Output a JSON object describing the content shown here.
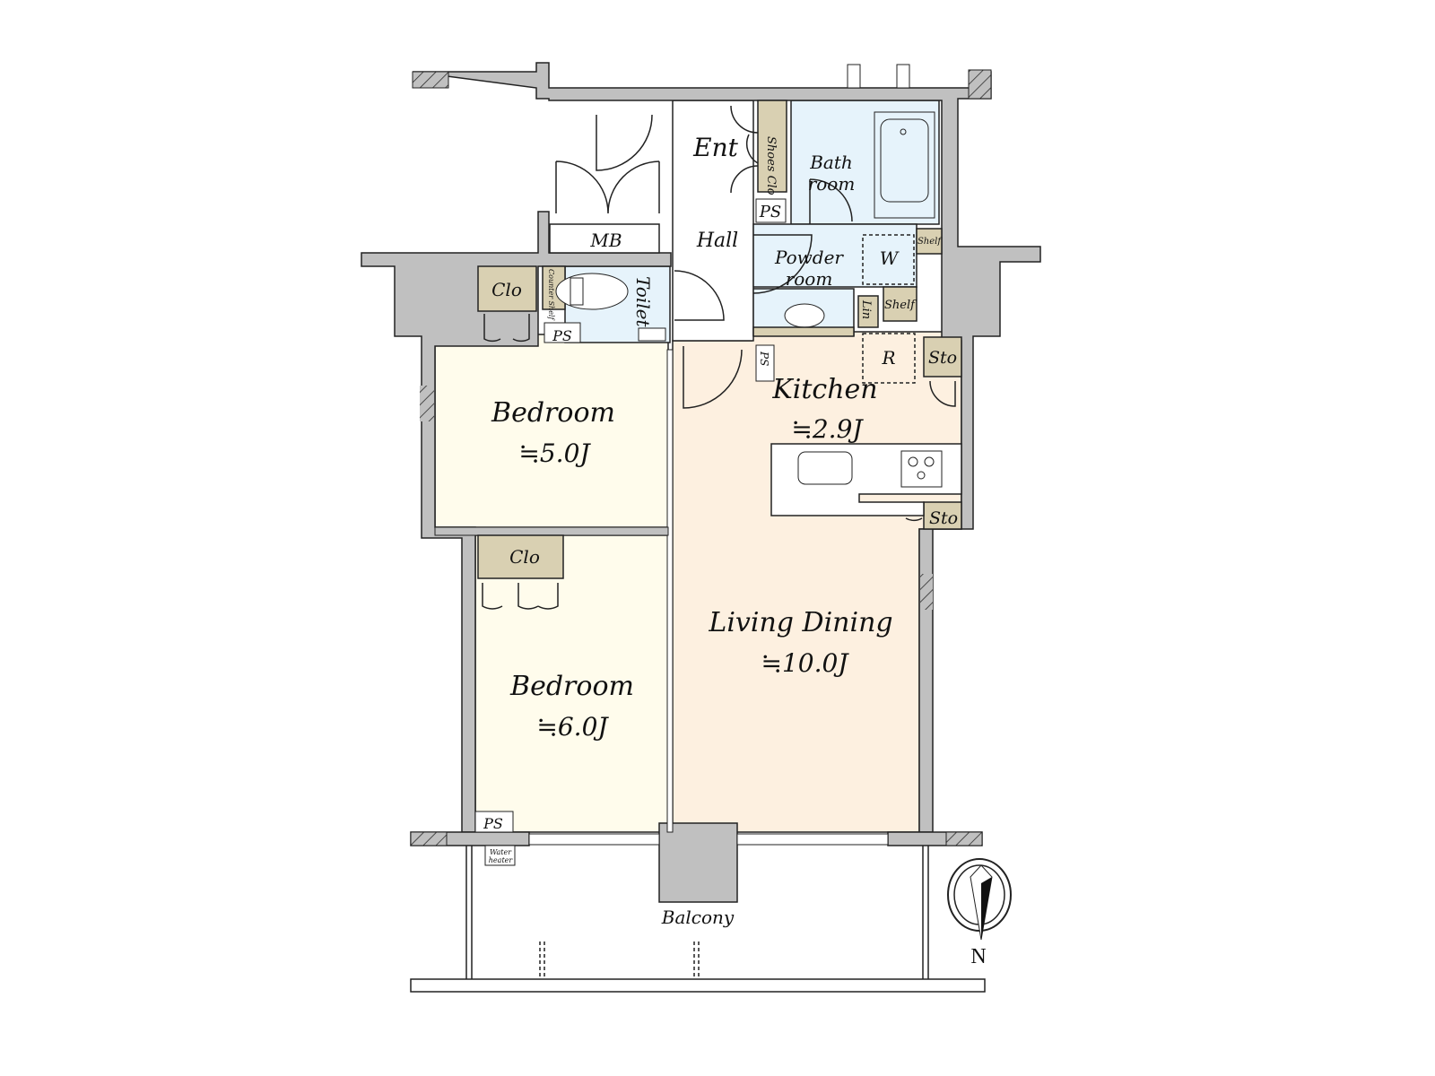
{
  "floor_plan": {
    "rooms": {
      "bedroom1": {
        "name": "Bedroom",
        "area": "≒5.0J"
      },
      "bedroom2": {
        "name": "Bedroom",
        "area": "≒6.0J"
      },
      "living": {
        "name": "Living Dining",
        "area": "≒10.0J"
      },
      "kitchen": {
        "name": "Kitchen",
        "area": "≒2.9J"
      }
    },
    "labels": {
      "ent": "Ent",
      "hall": "Hall",
      "mb": "MB",
      "shoes_clo": "Shoes Clo",
      "bath1": "Bath",
      "bath2": "room",
      "powder1": "Powder",
      "powder2": "room",
      "toilet": "Toilet",
      "counter_shelf": "Counter Shelf",
      "clo1": "Clo",
      "clo2": "Clo",
      "ps_top": "PS",
      "ps_toilet": "PS",
      "ps_kitchen": "PS",
      "ps_bedroom": "PS",
      "w": "W",
      "shelf1": "Shelf",
      "shelf2": "Shelf",
      "lin": "Lin",
      "r": "R",
      "sto1": "Sto",
      "sto2": "Sto",
      "water_heater1": "Water",
      "water_heater2": "heater",
      "balcony": "Balcony",
      "north": "N"
    },
    "colors": {
      "wall": "#c0c0c0",
      "bedroom": "#fffcec",
      "living": "#fdf0e0",
      "wet_area": "#e6f3fb",
      "storage": "#d9d0b2"
    }
  }
}
